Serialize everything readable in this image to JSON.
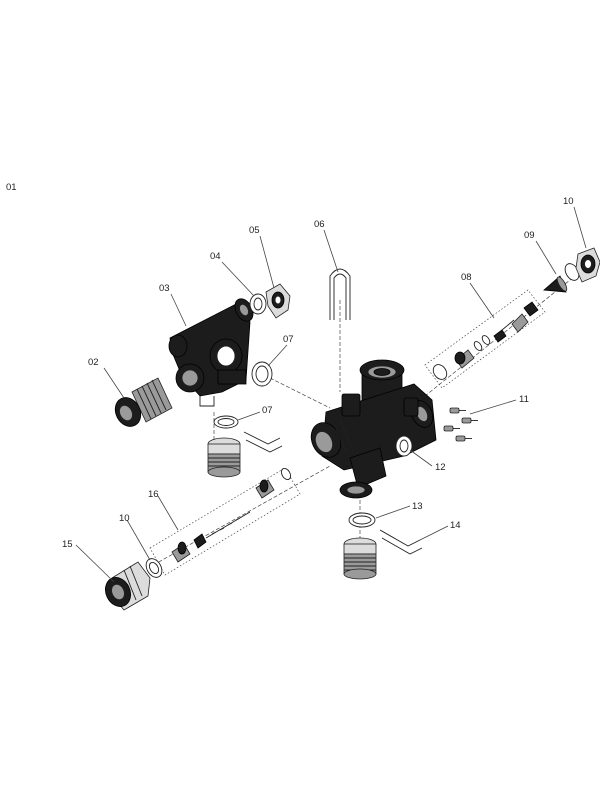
{
  "figure": {
    "page_label": "01",
    "callouts": {
      "p02": "02",
      "p03": "03",
      "p04": "04",
      "p05": "05",
      "p06": "06",
      "p07a": "07",
      "p07b": "07",
      "p08": "08",
      "p09": "09",
      "p10a": "10",
      "p10b": "10",
      "p11": "11",
      "p12": "12",
      "p13": "13",
      "p14": "14",
      "p15": "15",
      "p16": "16"
    }
  }
}
